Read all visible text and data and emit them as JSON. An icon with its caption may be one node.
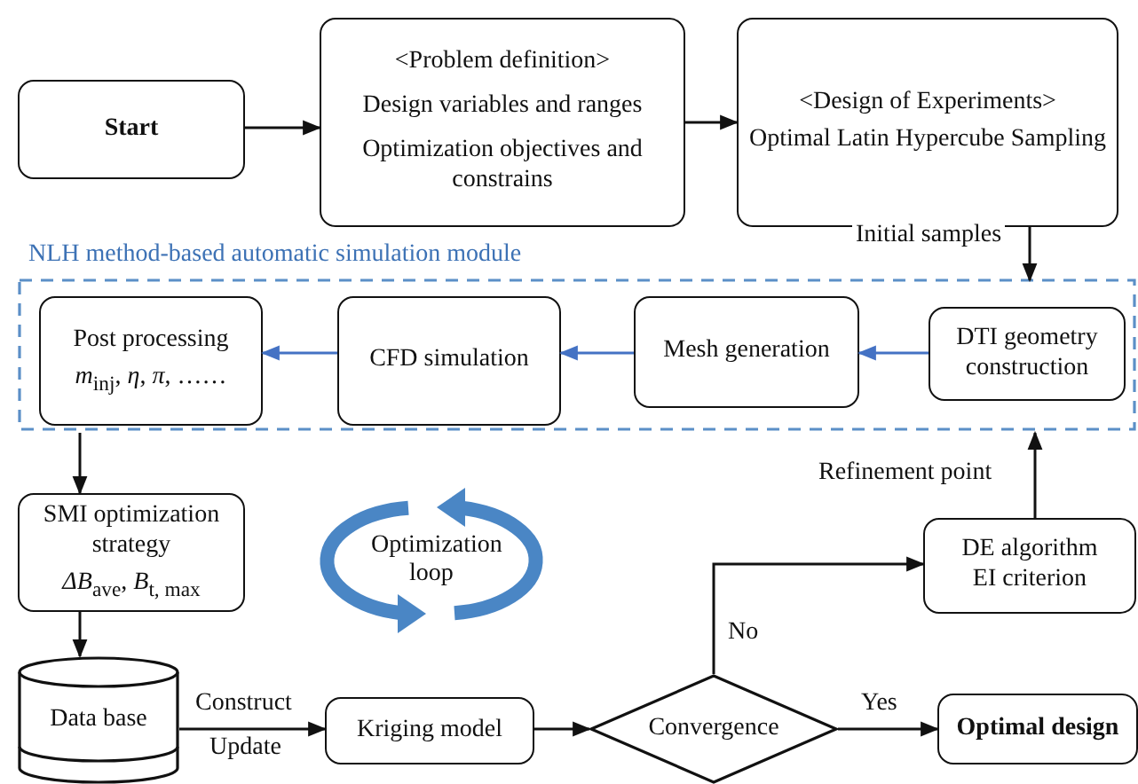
{
  "diagram": {
    "nodes": [
      {
        "text": [
          "Start"
        ]
      },
      {
        "text": [
          "<Problem definition>",
          "Design variables and ranges",
          "Optimization objectives and constrains"
        ]
      },
      {
        "text": [
          "<Design of Experiments>",
          "Optimal Latin Hypercube Sampling"
        ]
      },
      {
        "text": [
          "NLH method-based automatic simulation module"
        ]
      },
      {
        "text": [
          "Post processing",
          "*m*$_{inj}$, *η*, *π*, ……"
        ],
        "in": 3
      },
      {
        "text": [
          "CFD simulation"
        ],
        "in": 3
      },
      {
        "text": [
          "Mesh generation"
        ],
        "in": 3
      },
      {
        "text": [
          "DTI geometry construction"
        ],
        "in": 3
      },
      {
        "text": [
          "SMI optimization strategy",
          "*ΔB*$_{ave}$, *B*$_{t, max}$"
        ]
      },
      {
        "text": [
          "Data base"
        ]
      },
      {
        "text": [
          "Kriging model"
        ]
      },
      {
        "text": [
          "Convergence"
        ]
      },
      {
        "text": [
          "Optimal design"
        ]
      },
      {
        "text": [
          "DE algorithm EI criterion"
        ]
      }
    ],
    "edges": [
      {
        "from": 0,
        "to": 1,
        "arrow": "to"
      },
      {
        "from": 1,
        "to": 2,
        "arrow": "to"
      },
      {
        "from": 2,
        "to": 3,
        "arrow": "to",
        "label": "Initial samples"
      },
      {
        "from": 7,
        "to": 6,
        "arrow": "to",
        "color": "#4472c4"
      },
      {
        "from": 6,
        "to": 5,
        "arrow": "to",
        "color": "#4472c4"
      },
      {
        "from": 5,
        "to": 4,
        "arrow": "to",
        "color": "#4472c4"
      },
      {
        "from": 3,
        "to": 8,
        "arrow": "to"
      },
      {
        "from": 8,
        "to": 9,
        "arrow": "to"
      },
      {
        "from": 9,
        "to": 10,
        "arrow": "to",
        "label": "Construct"
      },
      {
        "from": 10,
        "to": 11,
        "arrow": "to"
      },
      {
        "from": 11,
        "to": 12,
        "arrow": "to",
        "label": "Yes"
      },
      {
        "from": 11,
        "to": 13,
        "arrow": "to",
        "label": "No"
      },
      {
        "from": 13,
        "to": 3,
        "arrow": "to",
        "label": "Refinement point"
      }
    ],
    "labels": [
      "Update",
      "Optimization loop"
    ]
  }
}
